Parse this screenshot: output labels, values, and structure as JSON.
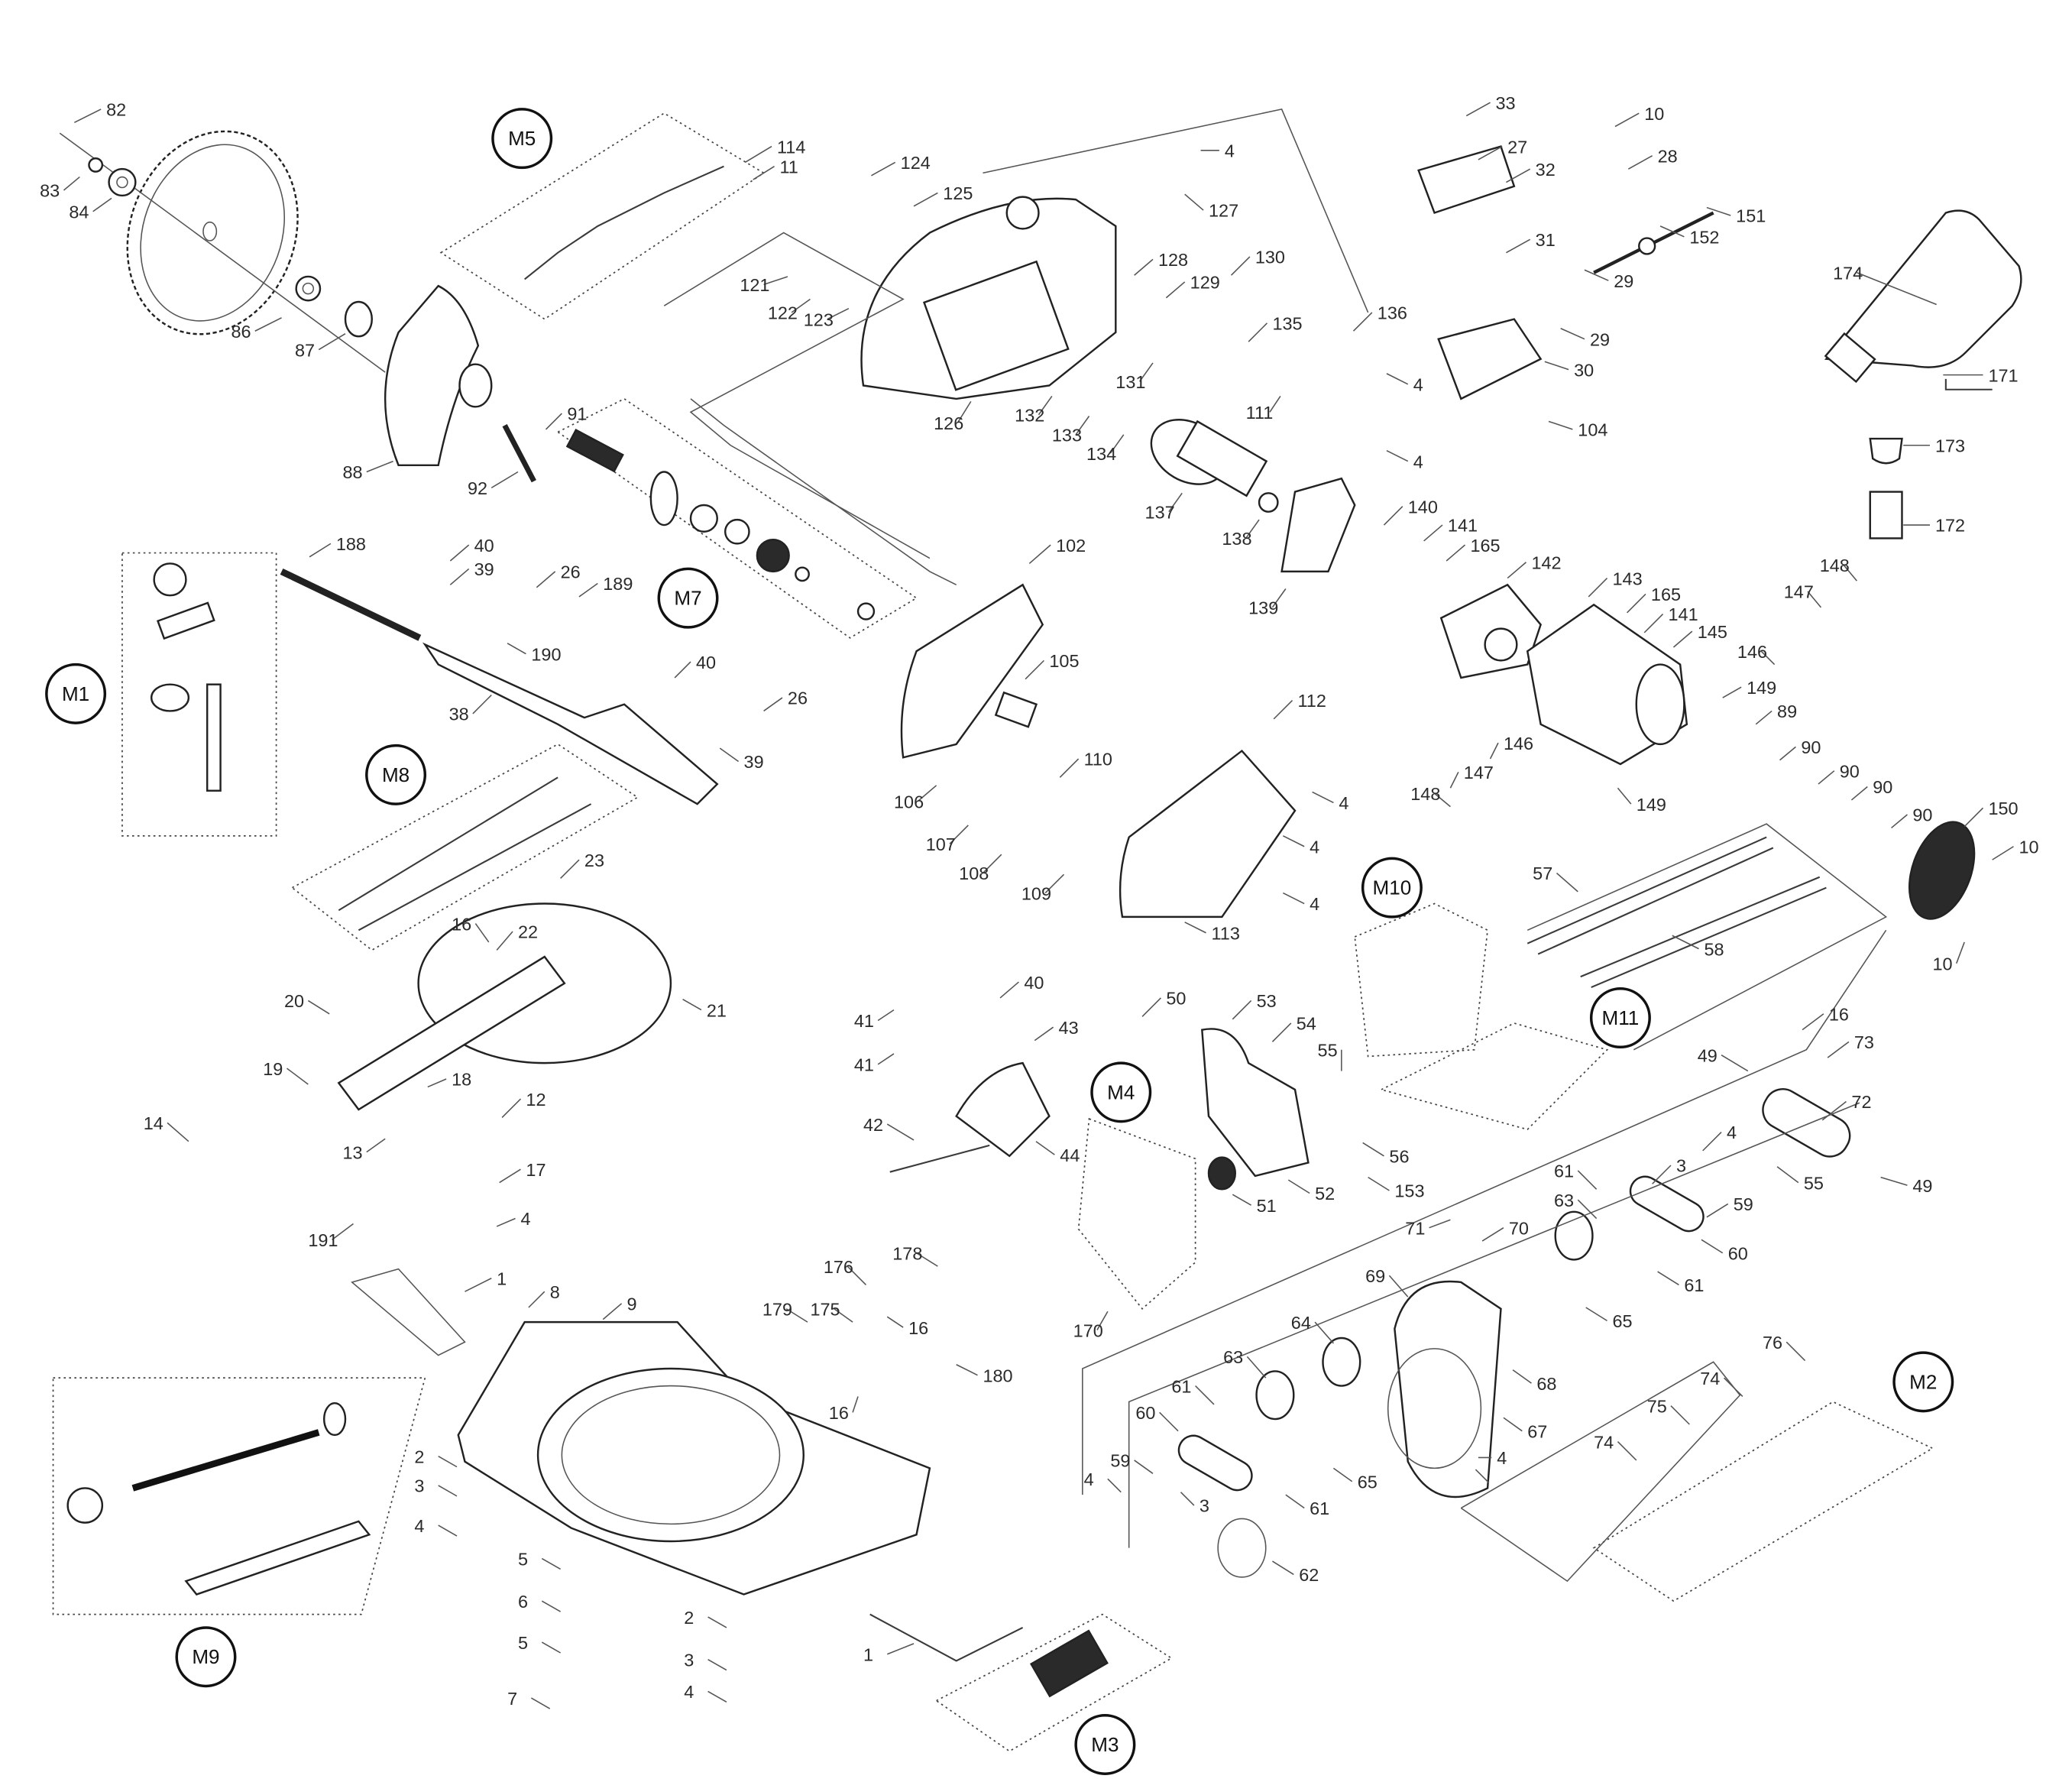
{
  "diagram": {
    "type": "exploded-parts-diagram",
    "subject": "Sliding compound miter saw",
    "group_labels": [
      "M1",
      "M2",
      "M3",
      "M4",
      "M5",
      "M7",
      "M8",
      "M9",
      "M10",
      "M11"
    ],
    "callouts": [
      "82",
      "83",
      "84",
      "86",
      "87",
      "88",
      "92",
      "91",
      "114",
      "11",
      "124",
      "125",
      "121",
      "122",
      "123",
      "126",
      "127",
      "128",
      "129",
      "130",
      "131",
      "132",
      "133",
      "134",
      "135",
      "136",
      "137",
      "138",
      "139",
      "140",
      "141",
      "165",
      "142",
      "143",
      "145",
      "146",
      "147",
      "148",
      "149",
      "89",
      "90",
      "150",
      "10",
      "33",
      "27",
      "32",
      "31",
      "28",
      "151",
      "152",
      "29",
      "30",
      "104",
      "4",
      "111",
      "174",
      "171",
      "173",
      "172",
      "188",
      "40",
      "39",
      "26",
      "189",
      "190",
      "38",
      "102",
      "105",
      "106",
      "107",
      "108",
      "109",
      "110",
      "112",
      "113",
      "23",
      "16",
      "22",
      "20",
      "21",
      "19",
      "18",
      "14",
      "13",
      "12",
      "17",
      "191",
      "1",
      "8",
      "9",
      "2",
      "3",
      "5",
      "6",
      "7",
      "41",
      "42",
      "43",
      "44",
      "50",
      "51",
      "52",
      "53",
      "54",
      "55",
      "56",
      "153",
      "57",
      "58",
      "49",
      "72",
      "73",
      "59",
      "60",
      "61",
      "62",
      "63",
      "64",
      "65",
      "67",
      "68",
      "69",
      "70",
      "71",
      "74",
      "75",
      "76",
      "176",
      "178",
      "175",
      "179",
      "180",
      "170"
    ]
  }
}
